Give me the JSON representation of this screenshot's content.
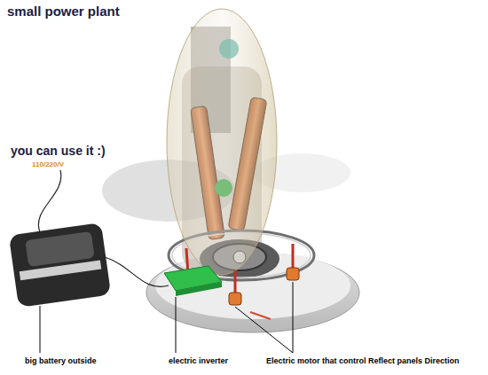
{
  "diagram": {
    "title": "small power plant",
    "labels": [
      "you can use it :)",
      "110/220/V",
      "big battery outside",
      "electric inverter",
      "Electric motor that control Reflect panels Direction"
    ]
  }
}
